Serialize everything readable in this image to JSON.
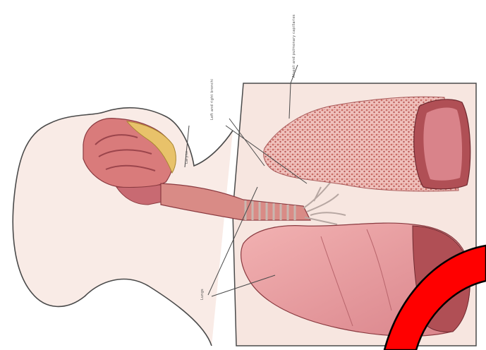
{
  "figure": {
    "labels": [
      "Larynx",
      "Left and right bronchi",
      "Alveoli and pulmonary capillaries",
      "Lungs"
    ]
  },
  "colors": {
    "background": "#ffffff",
    "panel_fill": "#f7e6e0",
    "skin_fill": "#f9ebe6",
    "outline": "#4a4a4a",
    "tissue": "#d97b7b",
    "tissue_dark": "#b04f55",
    "lung_pink": "#e89898",
    "lung_shadow": "#c86a72",
    "alveoli": "#c96d66",
    "cartilage": "#e8c26a",
    "overlay_red": "#ff0000"
  }
}
